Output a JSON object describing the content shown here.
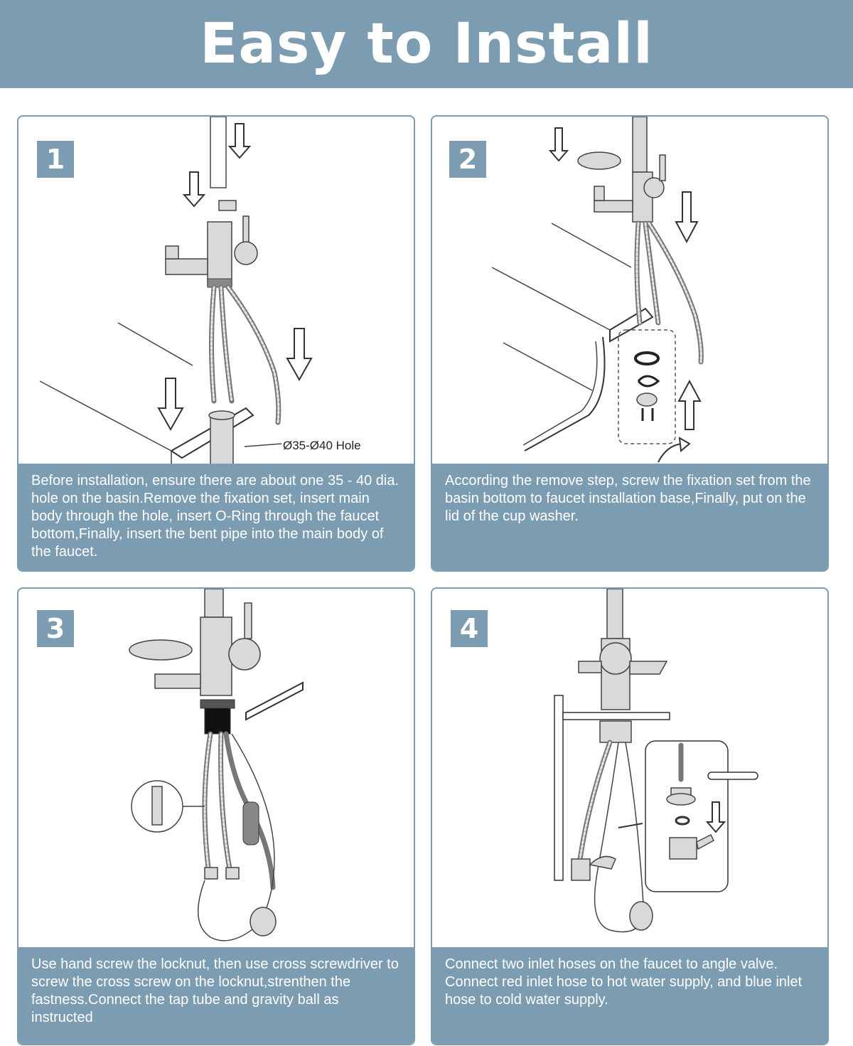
{
  "header": {
    "title": "Easy to Install"
  },
  "steps": [
    {
      "number": "1",
      "text": "Before installation, ensure there are about one 35 - 40 dia. hole on the basin.Remove the fixation set, insert main body through the hole, insert O-Ring through the faucet bottom,Finally, insert the bent pipe into the main body of the faucet.",
      "hole_label": "Ø35-Ø40 Hole"
    },
    {
      "number": "2",
      "text": "According the remove step, screw the fixation set from the basin bottom to faucet installation base,Finally, put on the lid of the cup washer."
    },
    {
      "number": "3",
      "text": "Use hand screw the locknut, then use cross screwdriver to screw the cross screw on the locknut,strenthen the fastness.Connect the tap tube and gravity ball as instructed"
    },
    {
      "number": "4",
      "text": "Connect two inlet hoses on the faucet to angle valve. Connect red inlet hose to hot water supply, and blue inlet hose to cold water supply."
    }
  ],
  "colors": {
    "accent": "#7c9db1",
    "caption_text": "#ffffff",
    "border": "#7c9db1"
  }
}
